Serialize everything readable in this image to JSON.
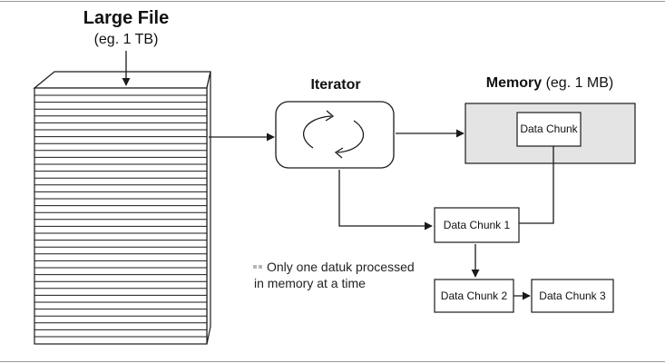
{
  "large_file": {
    "title": "Large File",
    "subtitle": "(eg. 1 TB)"
  },
  "iterator": {
    "title": "Iterator"
  },
  "memory": {
    "title": "Memory",
    "subtitle": "(eg. 1 MB)",
    "inner_chunk": "Data Chunk"
  },
  "chunks": [
    {
      "label": "Data Chunk 1"
    },
    {
      "label": "Data Chunk 2"
    },
    {
      "label": "Data Chunk 3"
    }
  ],
  "note": {
    "line1": "Only one datuk processed",
    "line2": "in memory at a time"
  },
  "colors": {
    "memory_fill": "#e4e4e4",
    "stroke": "#1a1a1a",
    "note_marker": "#b5b5b5"
  }
}
